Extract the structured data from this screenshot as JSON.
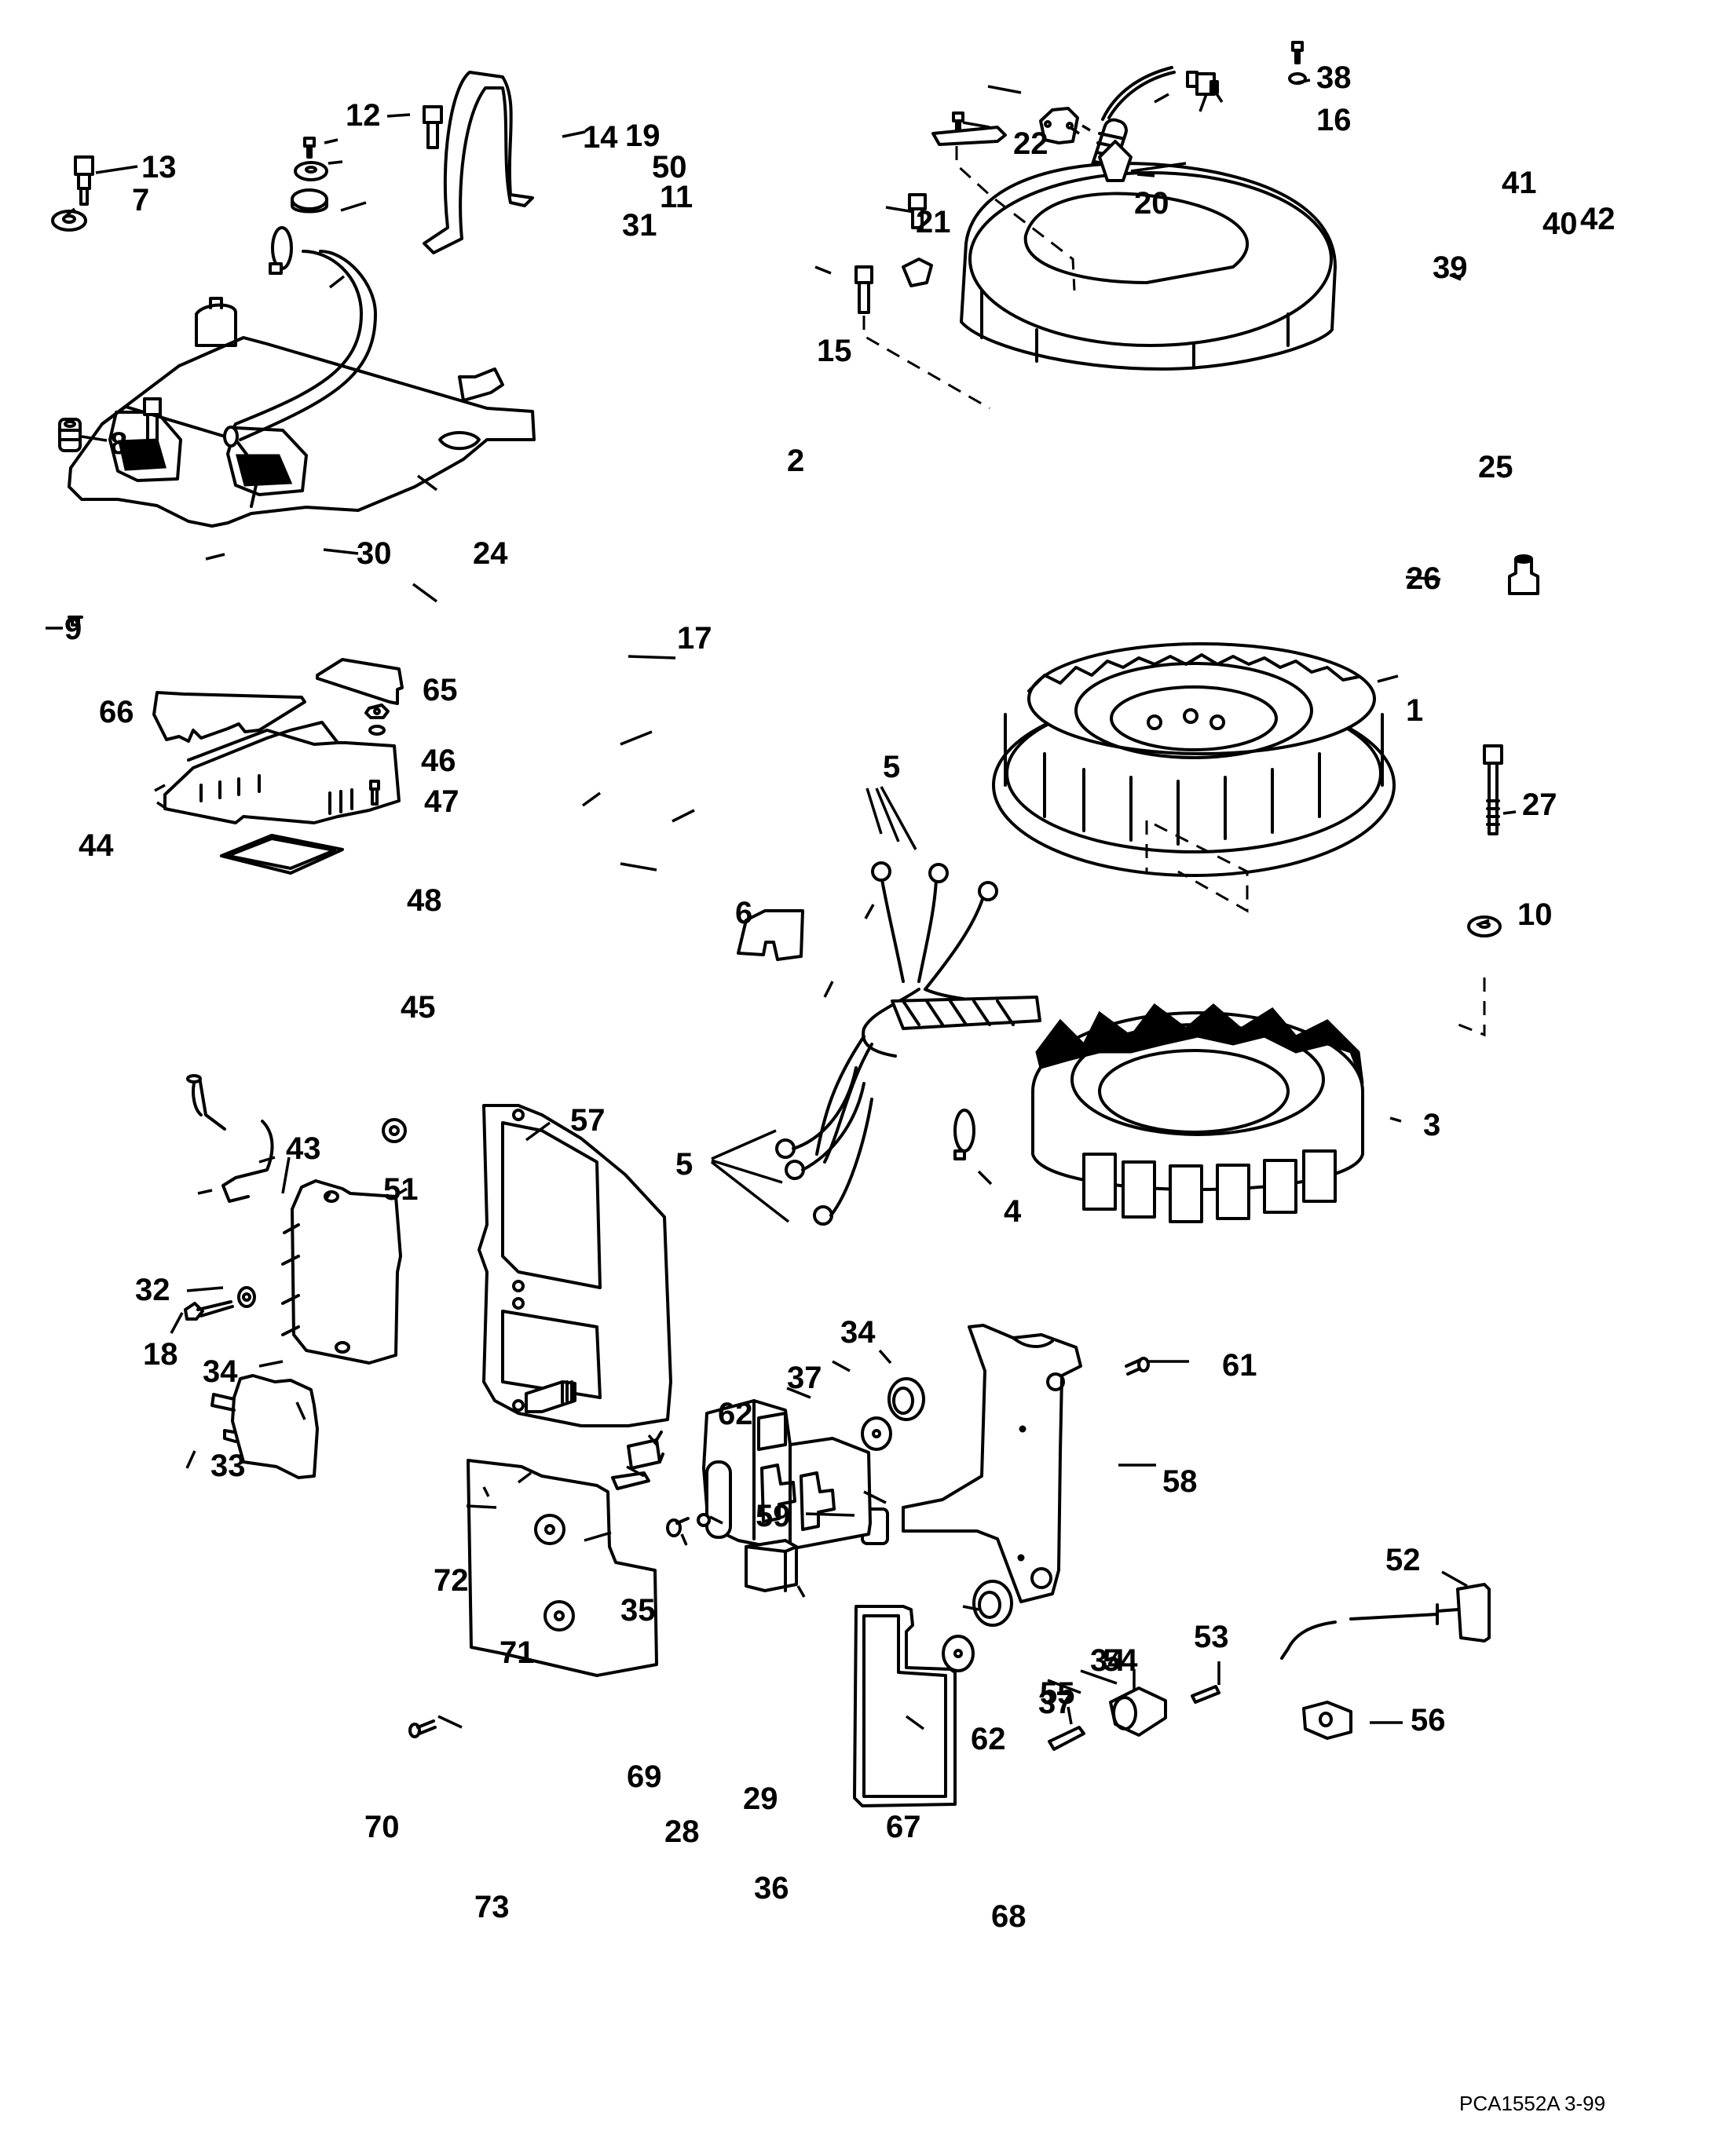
{
  "figure": {
    "title": "Ignition / Electrical Components Exploded Parts Diagram",
    "reference_code": "PCA1552A",
    "date_code": "3-99",
    "ink_color": "#000000",
    "background_color": "#ffffff"
  },
  "callouts": [
    {
      "id": "1",
      "part": "flywheel"
    },
    {
      "id": "2",
      "part": "screw"
    },
    {
      "id": "3",
      "part": "stator"
    },
    {
      "id": "4",
      "part": "cable-tie"
    },
    {
      "id": "5",
      "part": "stator-lead-terminals-upper"
    },
    {
      "id": "5",
      "part": "stator-lead-terminals-lower"
    },
    {
      "id": "6",
      "part": "clip"
    },
    {
      "id": "7",
      "part": "washer"
    },
    {
      "id": "8",
      "part": "grommet"
    },
    {
      "id": "9",
      "part": "rivet"
    },
    {
      "id": "10",
      "part": "washer"
    },
    {
      "id": "11",
      "part": "grommet"
    },
    {
      "id": "12",
      "part": "screw"
    },
    {
      "id": "13",
      "part": "screw"
    },
    {
      "id": "14",
      "part": "bracket"
    },
    {
      "id": "15",
      "part": "screw"
    },
    {
      "id": "16",
      "part": "washer"
    },
    {
      "id": "17",
      "part": "hose"
    },
    {
      "id": "18",
      "part": "screw"
    },
    {
      "id": "19",
      "part": "screw"
    },
    {
      "id": "20",
      "part": "sensor-cover"
    },
    {
      "id": "21",
      "part": "timing-pointer"
    },
    {
      "id": "22",
      "part": "screw"
    },
    {
      "id": "24",
      "part": "electronic-control-module"
    },
    {
      "id": "25",
      "part": "flywheel-cover"
    },
    {
      "id": "26",
      "part": "spacer"
    },
    {
      "id": "27",
      "part": "flywheel-bolt"
    },
    {
      "id": "28",
      "part": "screw"
    },
    {
      "id": "29",
      "part": "nut"
    },
    {
      "id": "30",
      "part": "screw"
    },
    {
      "id": "31",
      "part": "clamp"
    },
    {
      "id": "32",
      "part": "washer"
    },
    {
      "id": "33",
      "part": "ignition-coil"
    },
    {
      "id": "34",
      "part": "ignition-coil-block"
    },
    {
      "id": "34",
      "part": "grommet-upper"
    },
    {
      "id": "34",
      "part": "grommet-lower"
    },
    {
      "id": "35",
      "part": "fuse"
    },
    {
      "id": "36",
      "part": "relay"
    },
    {
      "id": "37",
      "part": "washer-upper"
    },
    {
      "id": "37",
      "part": "washer-lower"
    },
    {
      "id": "38",
      "part": "screw"
    },
    {
      "id": "39",
      "part": "sensor-lead"
    },
    {
      "id": "40",
      "part": "connector"
    },
    {
      "id": "41",
      "part": "seal"
    },
    {
      "id": "42",
      "part": "terminal"
    },
    {
      "id": "43",
      "part": "spark-plug-lead"
    },
    {
      "id": "44",
      "part": "rectifier-regulator"
    },
    {
      "id": "45",
      "part": "gasket"
    },
    {
      "id": "46",
      "part": "nut"
    },
    {
      "id": "47",
      "part": "washer"
    },
    {
      "id": "48",
      "part": "screw"
    },
    {
      "id": "50",
      "part": "washer"
    },
    {
      "id": "51",
      "part": "lock-washer"
    },
    {
      "id": "52",
      "part": "temperature-sensor"
    },
    {
      "id": "53",
      "part": "terminal"
    },
    {
      "id": "54",
      "part": "connector"
    },
    {
      "id": "55",
      "part": "pin"
    },
    {
      "id": "56",
      "part": "nut"
    },
    {
      "id": "57",
      "part": "gasket"
    },
    {
      "id": "58",
      "part": "bracket"
    },
    {
      "id": "59",
      "part": "spacer"
    },
    {
      "id": "61",
      "part": "screw"
    },
    {
      "id": "62",
      "part": "screw-upper"
    },
    {
      "id": "62",
      "part": "screw-lower"
    },
    {
      "id": "65",
      "part": "cover"
    },
    {
      "id": "66",
      "part": "cover"
    },
    {
      "id": "67",
      "part": "fuse-box"
    },
    {
      "id": "68",
      "part": "seal"
    },
    {
      "id": "69",
      "part": "fuse-box-cover"
    },
    {
      "id": "70",
      "part": "cover"
    },
    {
      "id": "71",
      "part": "fuse-puller"
    },
    {
      "id": "72",
      "part": "fuse-holder"
    },
    {
      "id": "73",
      "part": "screw"
    }
  ]
}
